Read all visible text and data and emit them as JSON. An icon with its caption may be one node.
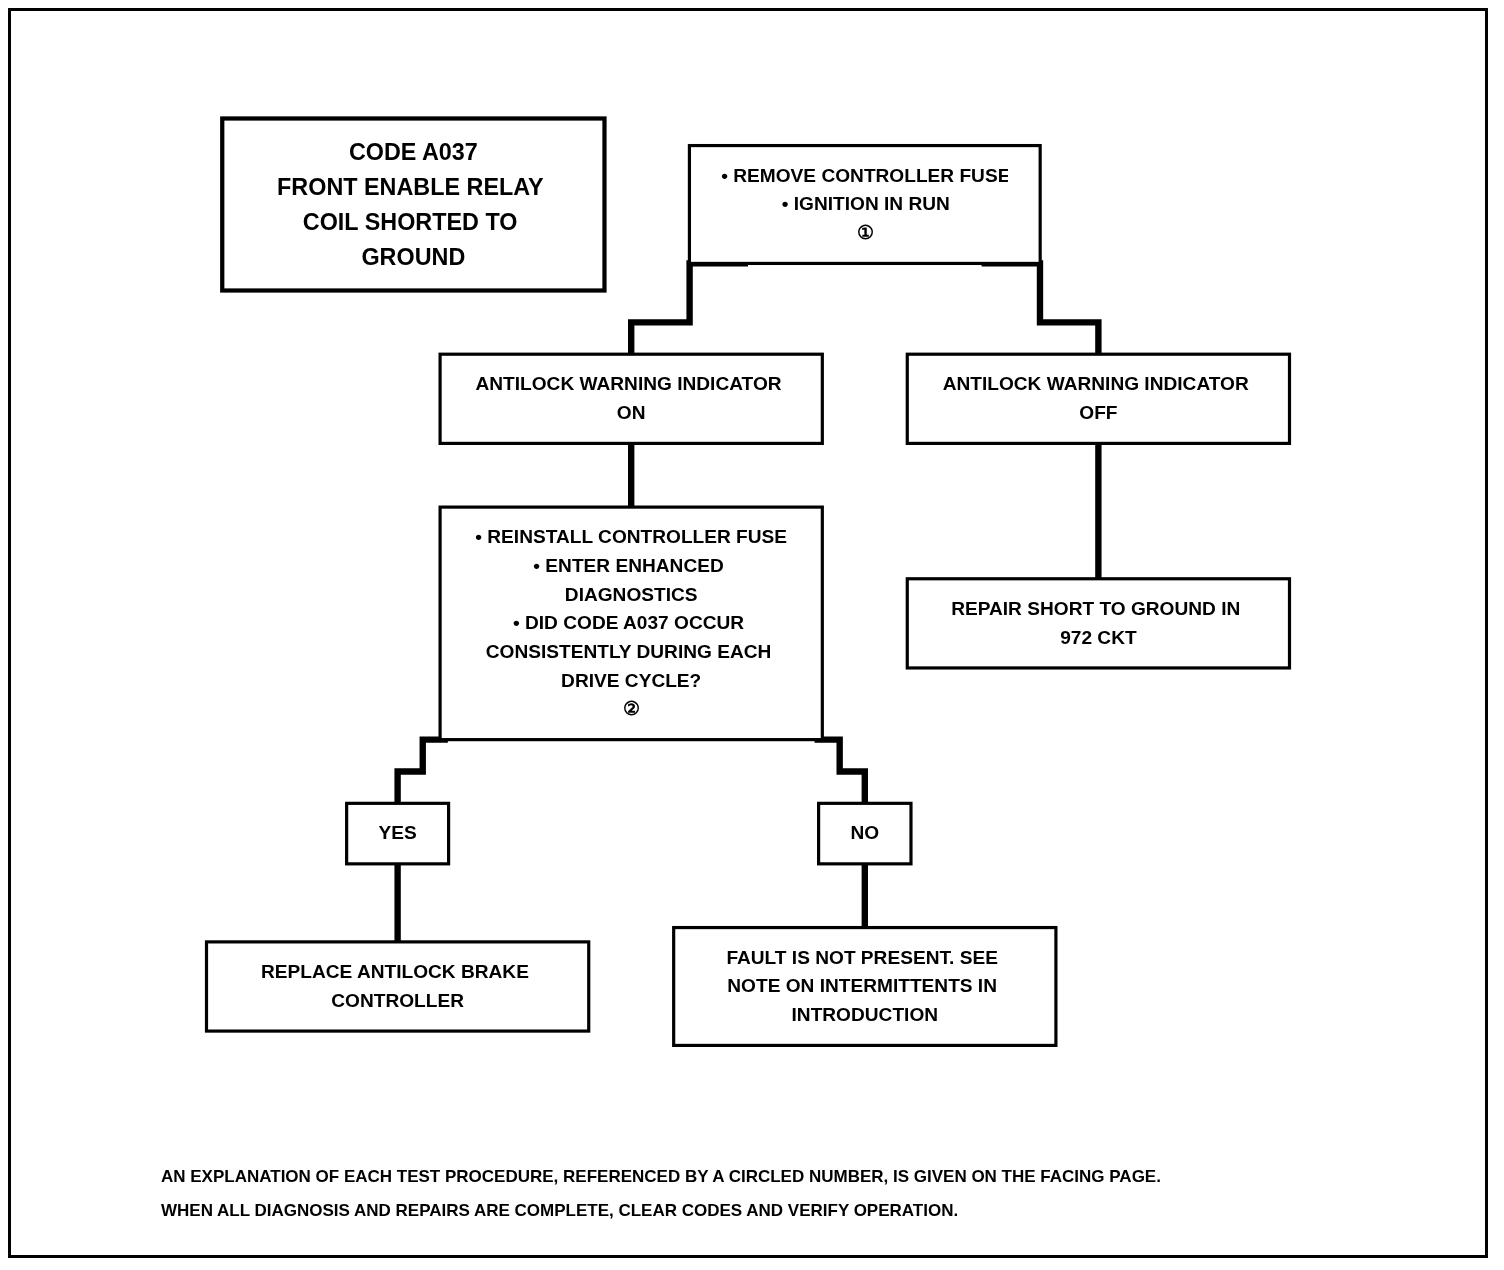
{
  "diagram": {
    "nodes": [
      {
        "text": [
          "CODE A037",
          "FRONT ENABLE RELAY COIL SHORTED TO GROUND"
        ]
      },
      {
        "text": [
          "• REMOVE CONTROLLER FUSE",
          "• IGNITION IN RUN",
          "①"
        ]
      },
      {
        "text": [
          "ANTILOCK WARNING INDICATOR ON"
        ]
      },
      {
        "text": [
          "ANTILOCK WARNING INDICATOR OFF"
        ]
      },
      {
        "text": [
          "• REINSTALL CONTROLLER FUSE",
          "• ENTER ENHANCED DIAGNOSTICS",
          "• DID CODE A037 OCCUR CONSISTENTLY DURING EACH DRIVE CYCLE?",
          "②"
        ]
      },
      {
        "text": [
          "REPAIR SHORT TO GROUND IN 972 CKT"
        ]
      },
      {
        "text": [
          "YES"
        ]
      },
      {
        "text": [
          "NO"
        ]
      },
      {
        "text": [
          "REPLACE ANTILOCK BRAKE CONTROLLER"
        ]
      },
      {
        "text": [
          "FAULT IS NOT PRESENT. SEE NOTE ON INTERMITTENTS IN INTRODUCTION"
        ]
      }
    ],
    "edges": [
      {
        "from": 1,
        "to": 2,
        "arrow": "none"
      },
      {
        "from": 1,
        "to": 3,
        "arrow": "none"
      },
      {
        "from": 2,
        "to": 4,
        "arrow": "none"
      },
      {
        "from": 3,
        "to": 5,
        "arrow": "none"
      },
      {
        "from": 4,
        "to": 6,
        "arrow": "none"
      },
      {
        "from": 4,
        "to": 7,
        "arrow": "none"
      },
      {
        "from": 6,
        "to": 8,
        "arrow": "none"
      },
      {
        "from": 7,
        "to": 9,
        "arrow": "none"
      }
    ],
    "labels": [
      "AN EXPLANATION OF EACH TEST PROCEDURE, REFERENCED BY A CIRCLED NUMBER, IS GIVEN ON THE FACING PAGE.",
      "WHEN ALL DIAGNOSIS AND REPAIRS ARE COMPLETE, CLEAR CODES AND VERIFY OPERATION."
    ]
  }
}
